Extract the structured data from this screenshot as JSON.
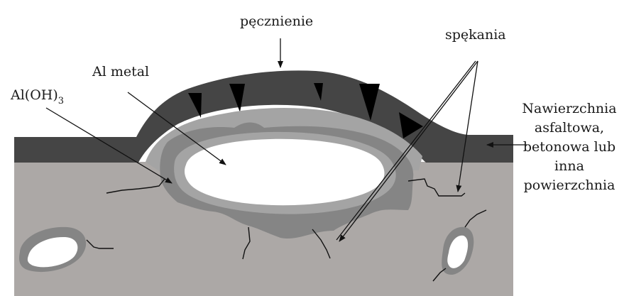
{
  "labels": {
    "swelling": "pęcznienie",
    "cracks": "spękania",
    "al_metal": "Al metal",
    "al_oh3_base": "Al(OH)",
    "al_oh3_sub": "3",
    "surface_line1": "Nawierzchnia",
    "surface_line2": "asfaltowa,",
    "surface_line3": "betonowa lub",
    "surface_line4": "inna",
    "surface_line5": "powierzchnia"
  },
  "colors": {
    "ground": "#aca8a6",
    "surface_layer": "#454545",
    "hydroxide_zone": "#858585",
    "corrosion_rim": "#a4a4a4",
    "metal_core": "#ffffff",
    "crack_wedges": "#000000"
  }
}
